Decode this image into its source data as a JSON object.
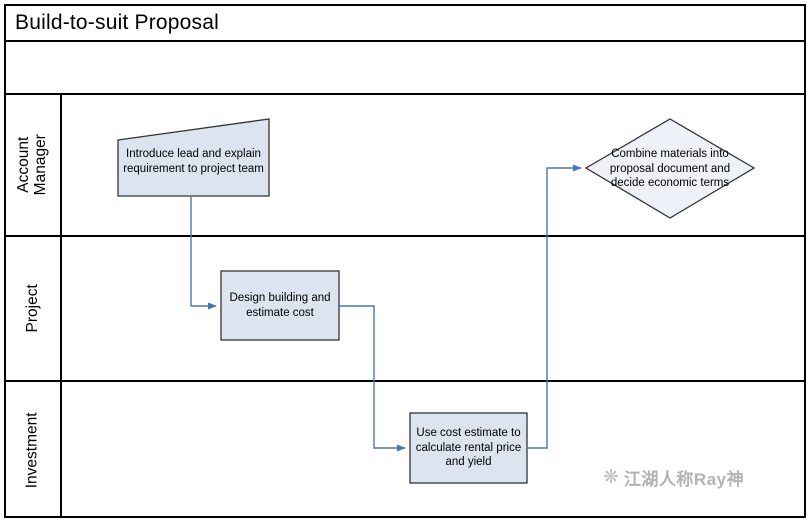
{
  "title": "Build-to-suit Proposal",
  "lanes": [
    {
      "label": "Account Manager"
    },
    {
      "label": "Project"
    },
    {
      "label": "Investment"
    }
  ],
  "nodes": {
    "introduce": {
      "text": "Introduce lead and explain requirement to project team",
      "shape": "manual-input",
      "lane": "Account Manager"
    },
    "design": {
      "text": "Design building and estimate cost",
      "shape": "process",
      "lane": "Project"
    },
    "estimate": {
      "text": "Use cost estimate to calculate rental price and yield",
      "shape": "process",
      "lane": "Investment"
    },
    "combine": {
      "text": "Combine materials into proposal document and decide economic terms",
      "shape": "decision",
      "lane": "Account Manager"
    }
  },
  "connections": [
    {
      "from": "introduce",
      "to": "design"
    },
    {
      "from": "design",
      "to": "estimate"
    },
    {
      "from": "estimate",
      "to": "combine"
    }
  ],
  "watermark": {
    "text": "江湖人称Ray神"
  },
  "colors": {
    "shape_fill": "#dce4ef",
    "decision_fill": "#eef2f8",
    "shape_border": "#333333",
    "connector": "#4677b4",
    "lane_border": "#000000"
  }
}
